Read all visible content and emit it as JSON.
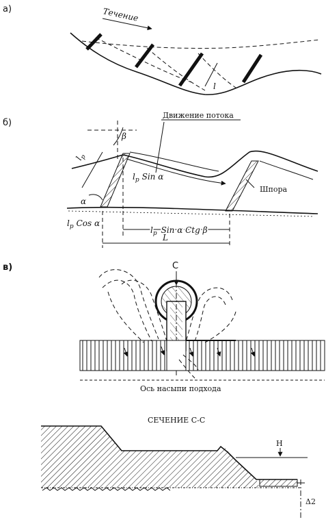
{
  "panel_a": {
    "label": "а)",
    "flow_label": "Течение",
    "length_symbol": "l"
  },
  "panel_b": {
    "label": "б)",
    "flow_motion_label": "Движение потока",
    "spur_label": "Шпора",
    "lp": "l",
    "lp_sub": "p",
    "beta": "β",
    "alpha": "α",
    "lp_sin": "Sin α",
    "lp_cos": "Cos α",
    "lp_sin_ctg": "Sin α  Ctg β",
    "total": "L"
  },
  "panel_v": {
    "label": "в)",
    "section_marker": "С",
    "axis_caption": "Ось насыпи подхода"
  },
  "section": {
    "title": "СЕЧЕНИЕ С-С",
    "h_label": "Н",
    "dz_label": "Δ2"
  }
}
